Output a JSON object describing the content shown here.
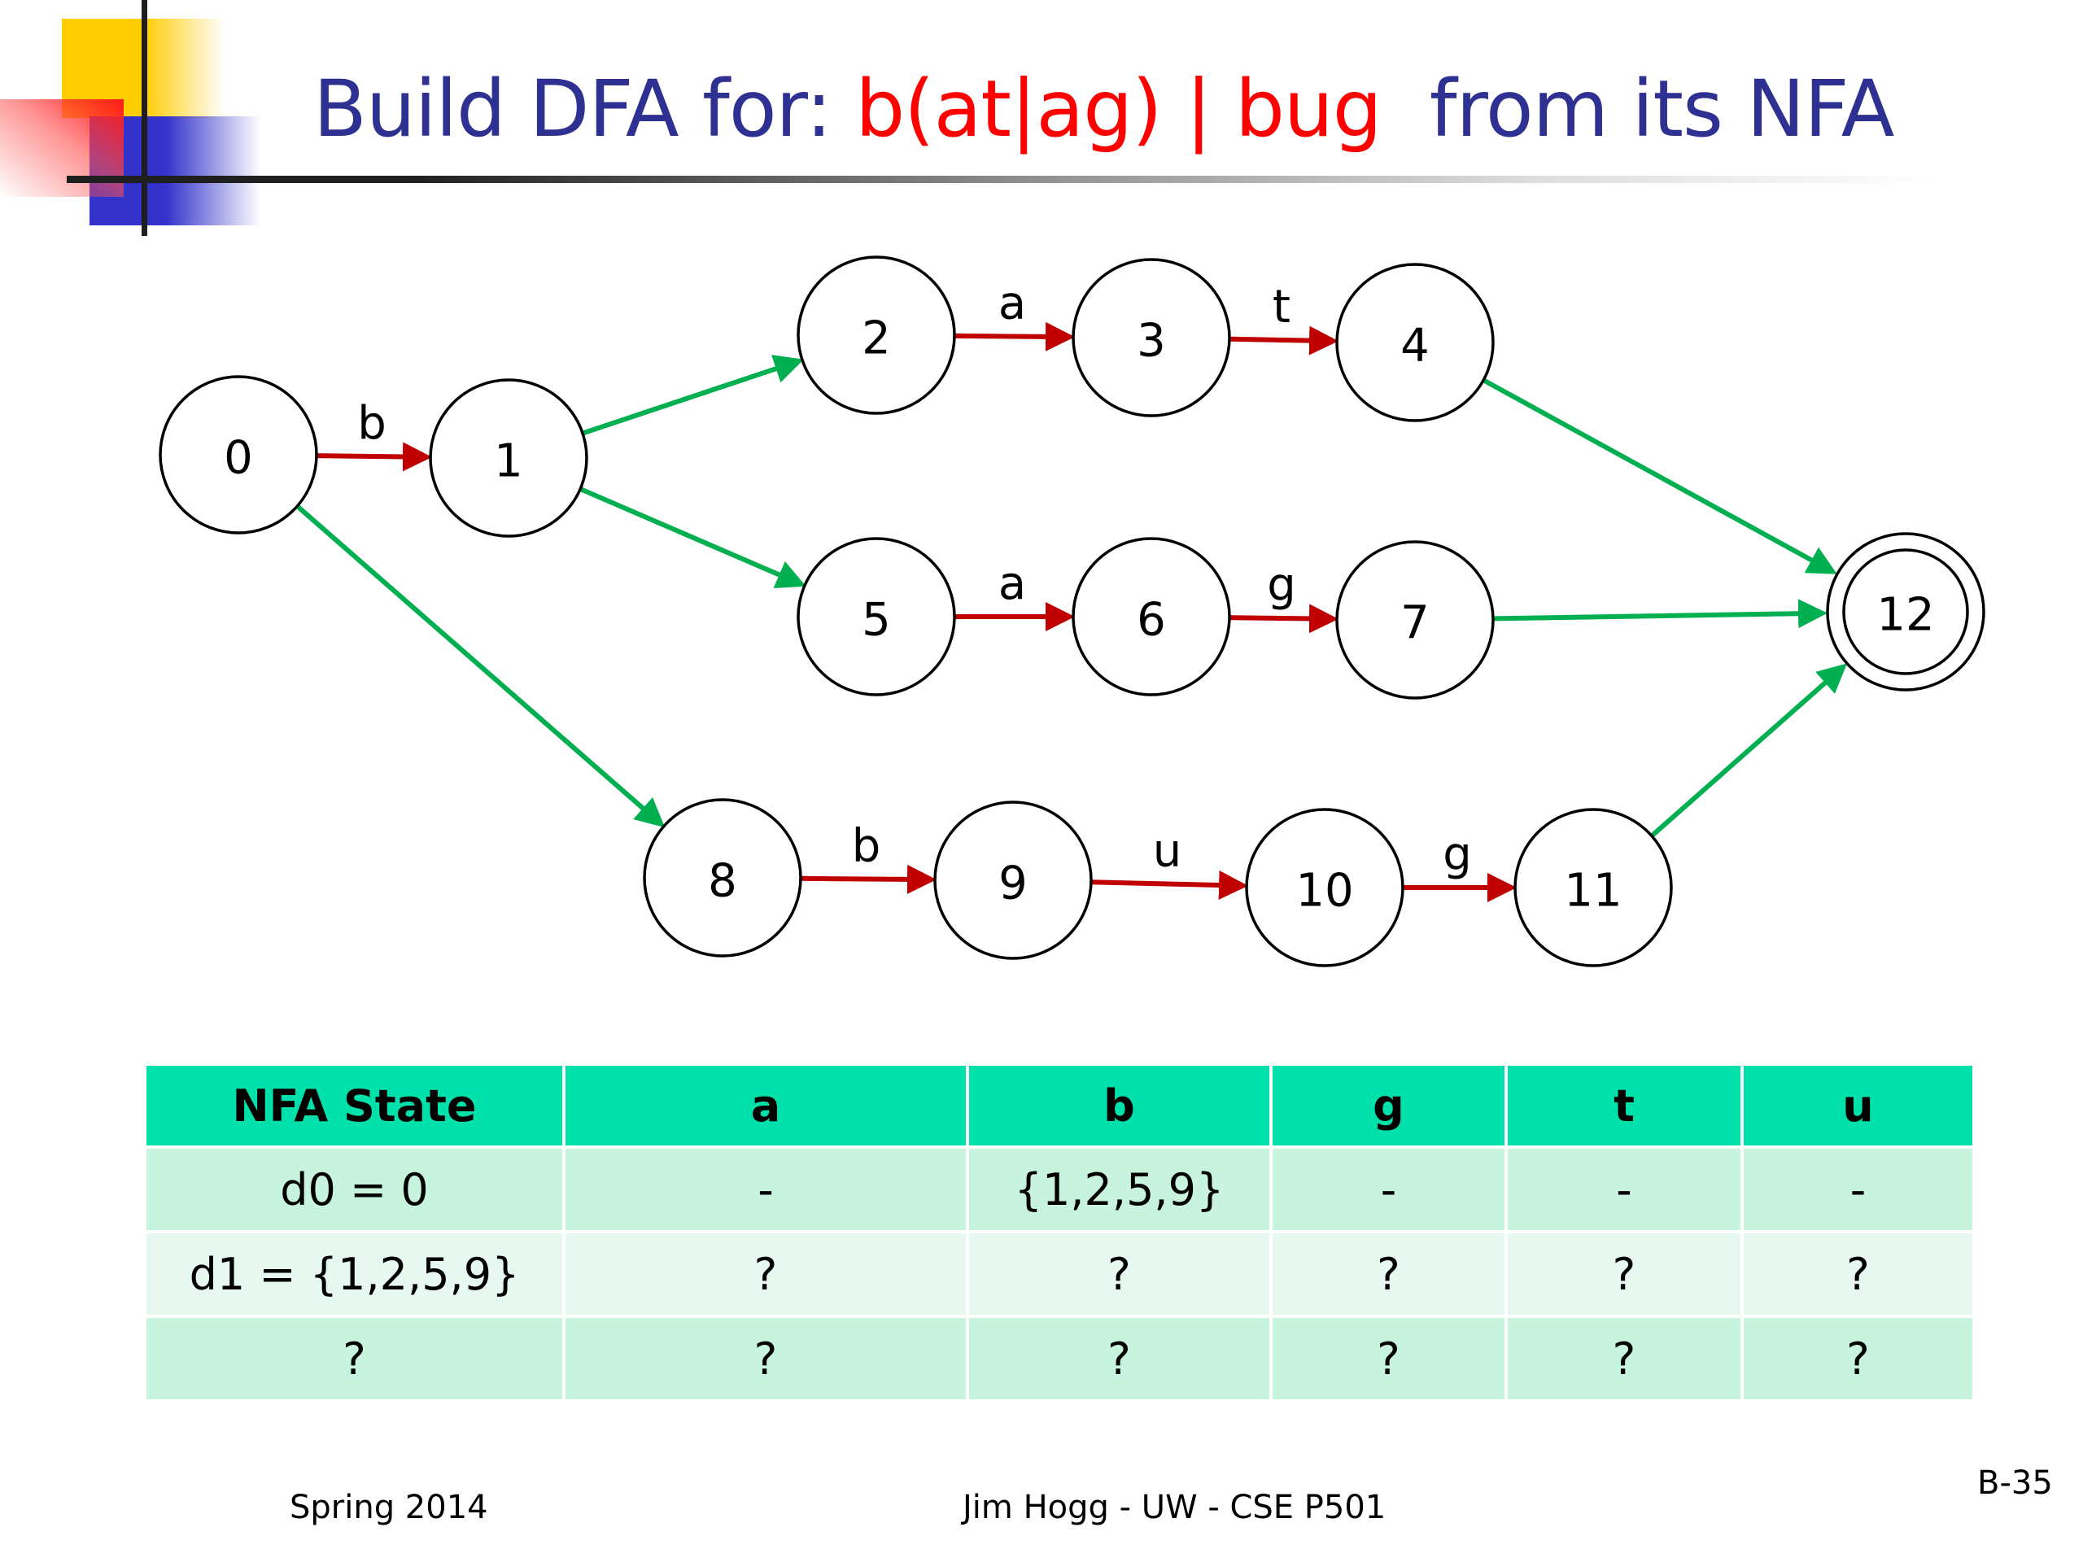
{
  "slide": {
    "title": {
      "prefix": "Build DFA for: ",
      "regex": "b(at|ag) | bug",
      "suffix": "  from its NFA"
    },
    "colors": {
      "title_blue": "#2e3192",
      "regex_red": "#ff0000",
      "symbol_edge": "#c00000",
      "epsilon_edge": "#00b050",
      "table_header": "#00e0aa",
      "table_row_a": "#c8f3df",
      "table_row_b": "#e6f8ef"
    },
    "footer": {
      "left": "Spring 2014",
      "center": "Jim Hogg - UW - CSE P501",
      "right": "B-35"
    }
  },
  "nfa": {
    "states": [
      {
        "id": "0",
        "accepting": false
      },
      {
        "id": "1",
        "accepting": false
      },
      {
        "id": "2",
        "accepting": false
      },
      {
        "id": "3",
        "accepting": false
      },
      {
        "id": "4",
        "accepting": false
      },
      {
        "id": "5",
        "accepting": false
      },
      {
        "id": "6",
        "accepting": false
      },
      {
        "id": "7",
        "accepting": false
      },
      {
        "id": "8",
        "accepting": false
      },
      {
        "id": "9",
        "accepting": false
      },
      {
        "id": "10",
        "accepting": false
      },
      {
        "id": "11",
        "accepting": false
      },
      {
        "id": "12",
        "accepting": true
      }
    ],
    "transitions": [
      {
        "from": "0",
        "to": "1",
        "label": "b",
        "kind": "symbol"
      },
      {
        "from": "1",
        "to": "2",
        "label": "",
        "kind": "epsilon"
      },
      {
        "from": "1",
        "to": "5",
        "label": "",
        "kind": "epsilon"
      },
      {
        "from": "2",
        "to": "3",
        "label": "a",
        "kind": "symbol"
      },
      {
        "from": "3",
        "to": "4",
        "label": "t",
        "kind": "symbol"
      },
      {
        "from": "5",
        "to": "6",
        "label": "a",
        "kind": "symbol"
      },
      {
        "from": "6",
        "to": "7",
        "label": "g",
        "kind": "symbol"
      },
      {
        "from": "0",
        "to": "8",
        "label": "",
        "kind": "epsilon"
      },
      {
        "from": "8",
        "to": "9",
        "label": "b",
        "kind": "symbol"
      },
      {
        "from": "9",
        "to": "10",
        "label": "u",
        "kind": "symbol"
      },
      {
        "from": "10",
        "to": "11",
        "label": "g",
        "kind": "symbol"
      },
      {
        "from": "4",
        "to": "12",
        "label": "",
        "kind": "epsilon"
      },
      {
        "from": "7",
        "to": "12",
        "label": "",
        "kind": "epsilon"
      },
      {
        "from": "11",
        "to": "12",
        "label": "",
        "kind": "epsilon"
      }
    ]
  },
  "table": {
    "headers": [
      "NFA State",
      "a",
      "b",
      "g",
      "t",
      "u"
    ],
    "rows": [
      [
        "d0 = 0",
        "-",
        "{1,2,5,9}",
        "-",
        "-",
        "-"
      ],
      [
        "d1 = {1,2,5,9}",
        "?",
        "?",
        "?",
        "?",
        "?"
      ],
      [
        "?",
        "?",
        "?",
        "?",
        "?",
        "?"
      ]
    ]
  }
}
